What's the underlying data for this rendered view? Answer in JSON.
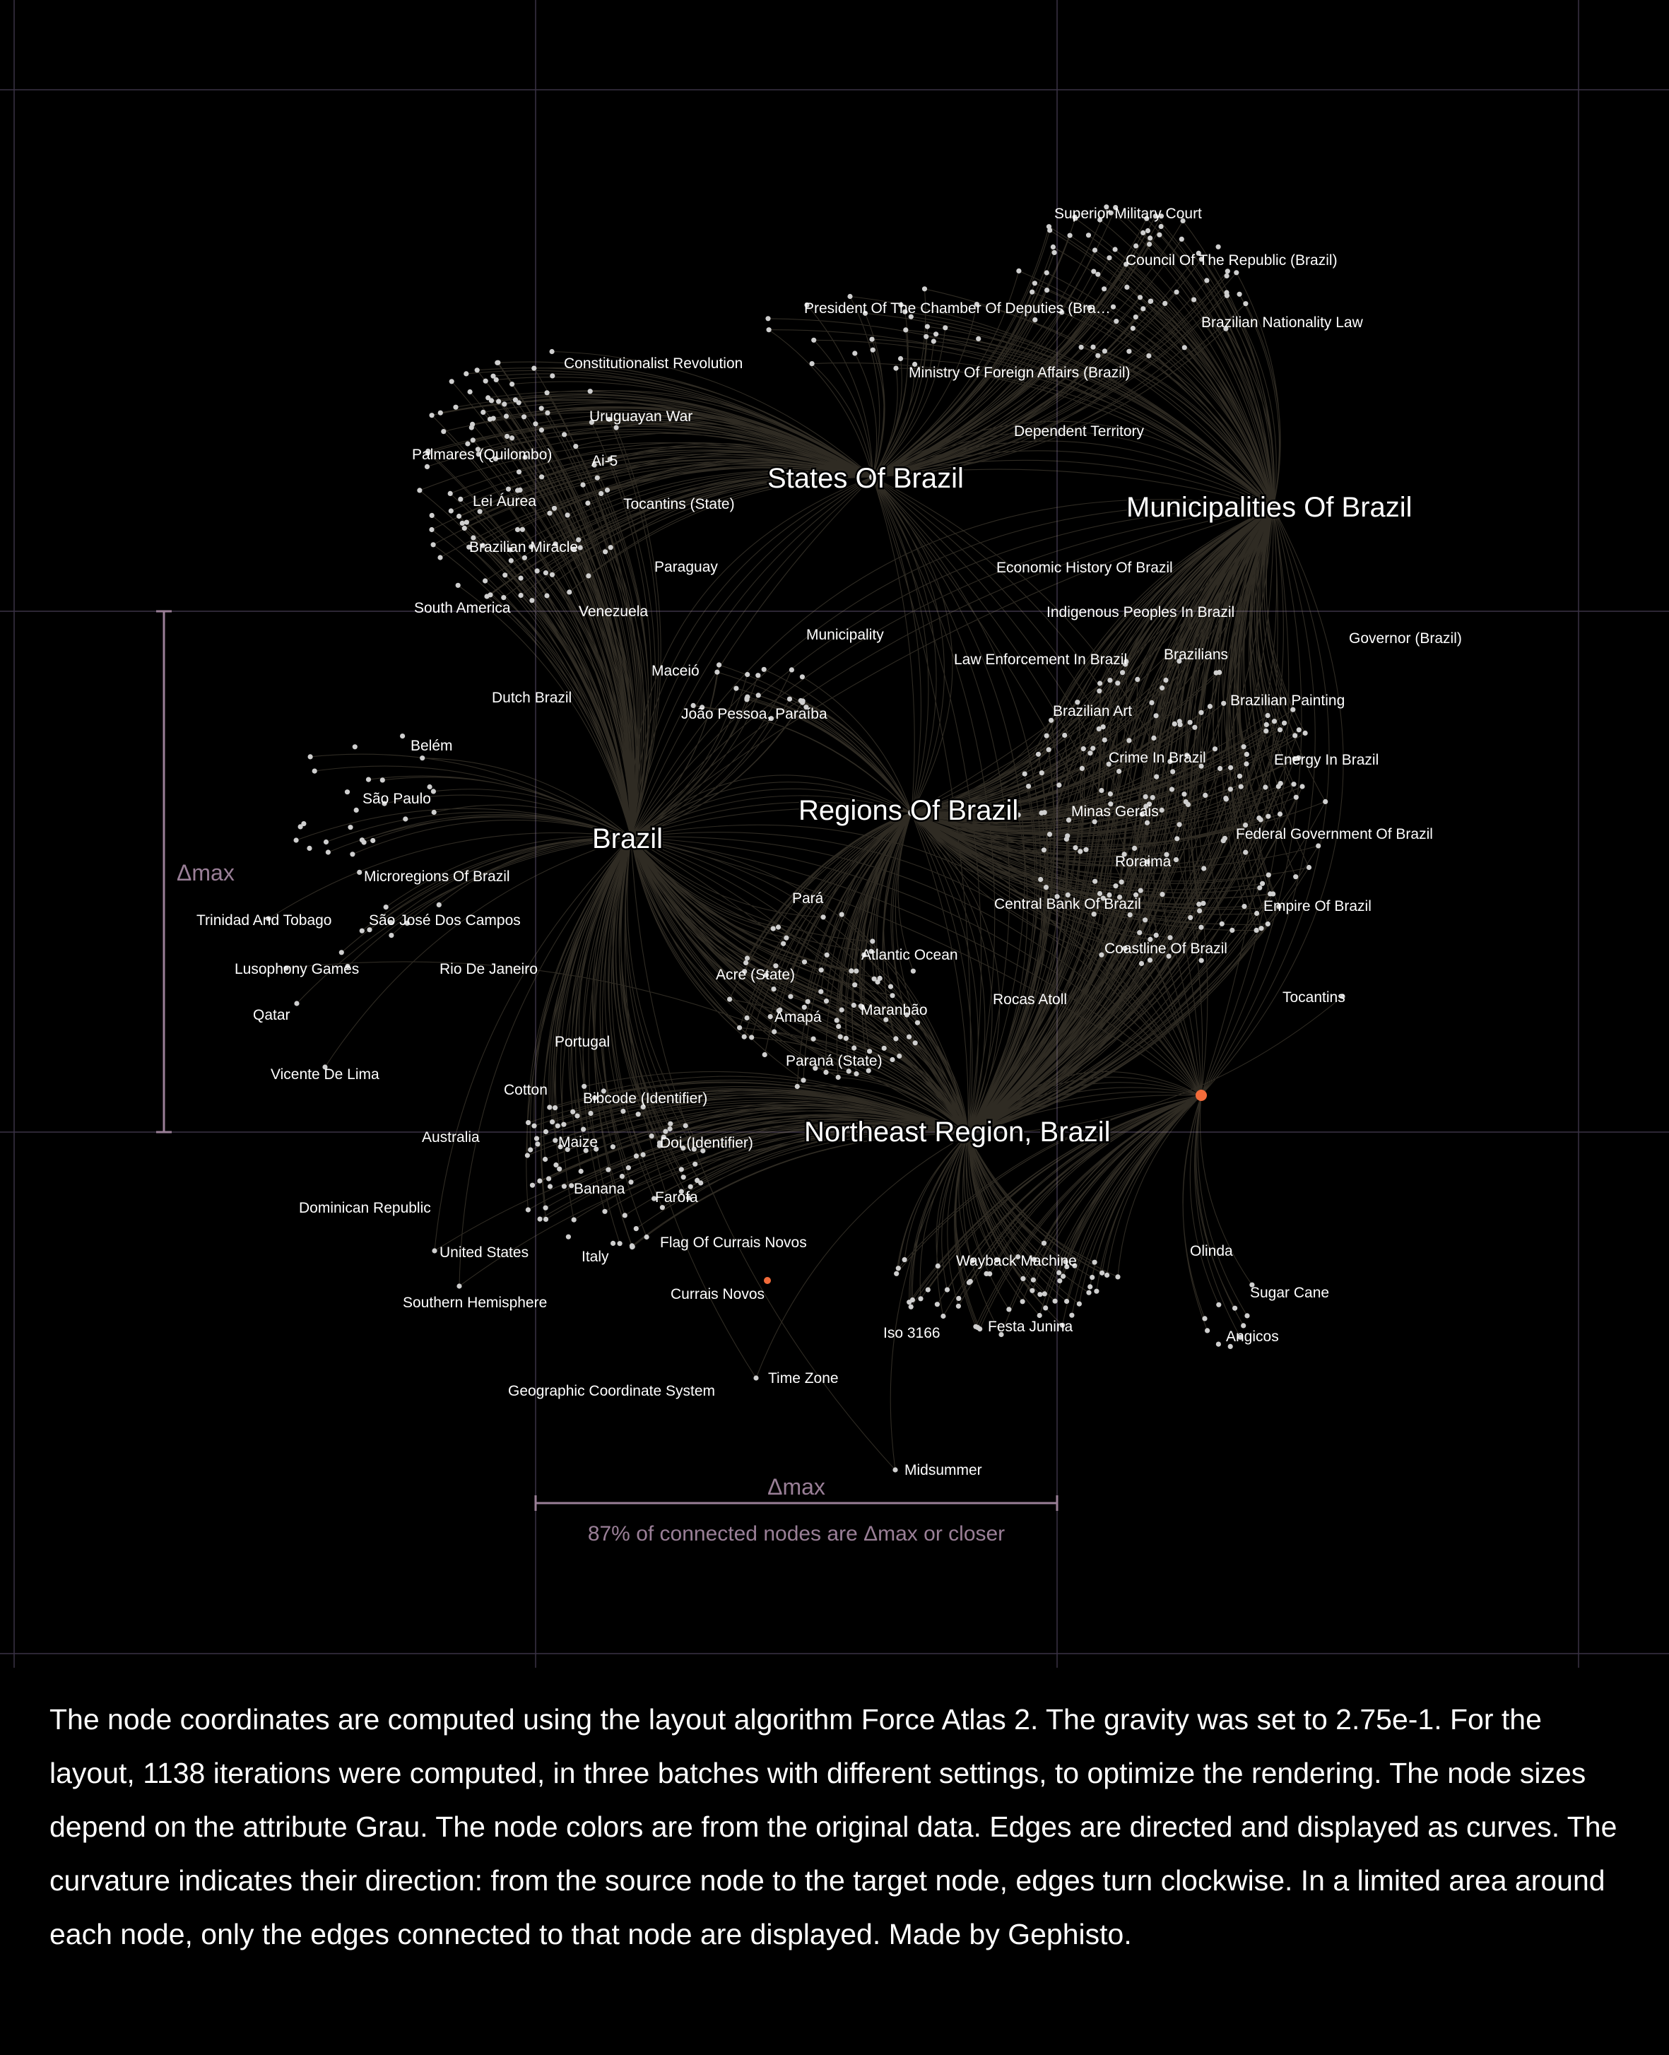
{
  "colors": {
    "background": "#000000",
    "grid": "#3a3246",
    "edge": "#a89a7e",
    "node": "#cfcfcf",
    "node_highlight": "#f26b3a",
    "label": "#ffffff",
    "measure": "#9a7f97"
  },
  "hubs": [
    {
      "id": "brazil",
      "label": "Brazil"
    },
    {
      "id": "states",
      "label": "States Of Brazil"
    },
    {
      "id": "municipalities",
      "label": "Municipalities Of Brazil"
    },
    {
      "id": "regions",
      "label": "Regions Of Brazil"
    },
    {
      "id": "northeast",
      "label": "Northeast Region, Brazil"
    }
  ],
  "labels": [
    "Superior Military Court",
    "Council Of The Republic (Brazil)",
    "President Of The Chamber Of Deputies (Bra…",
    "Brazilian Nationality Law",
    "Constitutionalist Revolution",
    "Ministry Of Foreign Affairs (Brazil)",
    "Uruguayan War",
    "Dependent Territory",
    "Palmares (Quilombo)",
    "Ai-5",
    "Lei Áurea",
    "Tocantins (State)",
    "Brazilian Miracle",
    "Paraguay",
    "Economic History Of Brazil",
    "South America",
    "Venezuela",
    "Indigenous Peoples In Brazil",
    "Municipality",
    "Governor (Brazil)",
    "Brazilians",
    "Maceió",
    "Law Enforcement In Brazil",
    "Dutch Brazil",
    "Brazilian Painting",
    "João Pessoa, Paraíba",
    "Brazilian Art",
    "Belém",
    "Crime In Brazil",
    "Energy In Brazil",
    "São Paulo",
    "Minas Gerais",
    "Federal Government Of Brazil",
    "Roraima",
    "Microregions Of Brazil",
    "Pará",
    "Central Bank Of Brazil",
    "Empire Of Brazil",
    "Trinidad And Tobago",
    "São José Dos Campos",
    "Coastline Of Brazil",
    "Atlantic Ocean",
    "Lusophony Games",
    "Rio De Janeiro",
    "Acre (State)",
    "Tocantins",
    "Rocas Atoll",
    "Maranhão",
    "Amapá",
    "Qatar",
    "Portugal",
    "Paraná (State)",
    "Vicente De Lima",
    "Cotton",
    "Bibcode (Identifier)",
    "Australia",
    "Maize",
    "Doi (Identifier)",
    "Banana",
    "Farofa",
    "Dominican Republic",
    "Flag Of Currais Novos",
    "Olinda",
    "United States",
    "Italy",
    "Wayback Machine",
    "Currais Novos",
    "Sugar Cane",
    "Southern Hemisphere",
    "Angicos",
    "Festa Junina",
    "Iso 3166",
    "Time Zone",
    "Geographic Coordinate System",
    "Midsummer"
  ],
  "measure": {
    "label": "Δmax",
    "caption": "87% of connected nodes are Δmax or closer"
  },
  "description": "The node coordinates are computed using the layout algorithm Force Atlas 2. The gravity was set to 2.75e-1. For the layout, 1138 iterations were computed, in three batches with different settings, to optimize the rendering. The node sizes depend on the attribute Grau. The node colors are from the original data. Edges are directed and displayed as curves. The curvature indicates their direction: from the source node to the target node, edges turn clockwise. In a limited area around each node, only the edges connected to that node are displayed.  Made by Gephisto."
}
